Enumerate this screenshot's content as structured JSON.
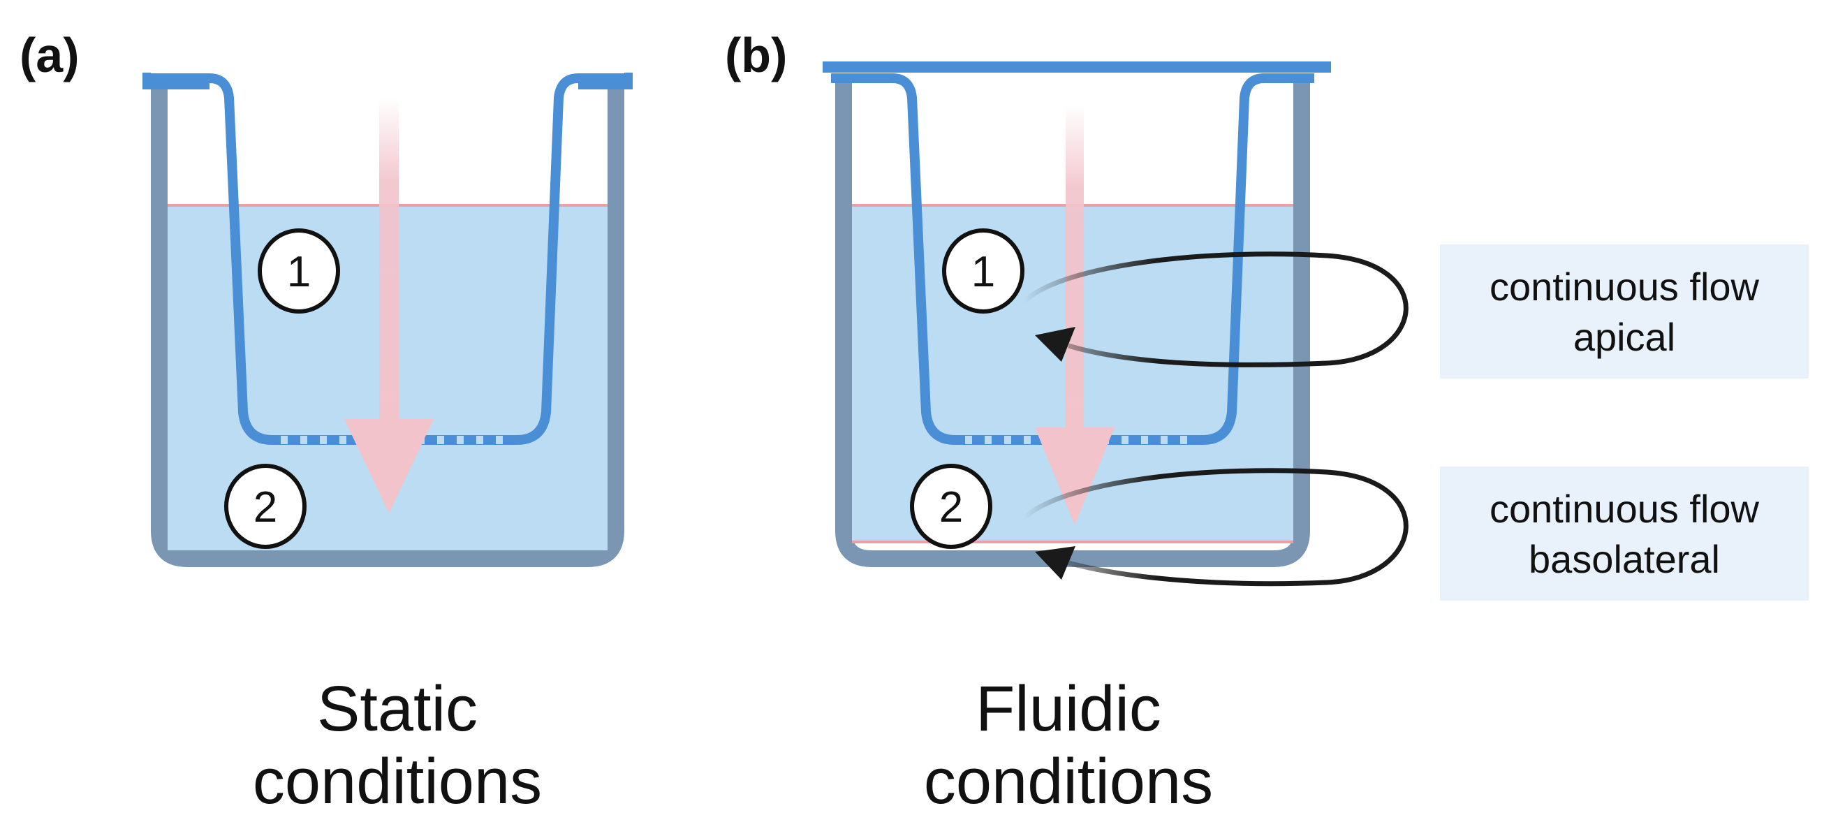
{
  "panels": [
    {
      "id": "a",
      "label": "(a)",
      "caption": [
        "Static",
        "conditions"
      ],
      "compartments": [
        "1",
        "2"
      ]
    },
    {
      "id": "b",
      "label": "(b)",
      "caption": [
        "Fluidic",
        "conditions"
      ],
      "compartments": [
        "1",
        "2"
      ],
      "flows": [
        {
          "text": [
            "continuous flow",
            "apical"
          ]
        },
        {
          "text": [
            "continuous flow",
            "basolateral"
          ]
        }
      ]
    }
  ],
  "colors": {
    "outer_well": "#7a96b3",
    "insert": "#4a8fd6",
    "liquid": "#bcdcf3",
    "meniscus": "#e8a0a8",
    "transport_arrow": "#f2c3cb",
    "flow_box": "#e9f1fa",
    "flow_arrow": "#1a1a1a"
  }
}
